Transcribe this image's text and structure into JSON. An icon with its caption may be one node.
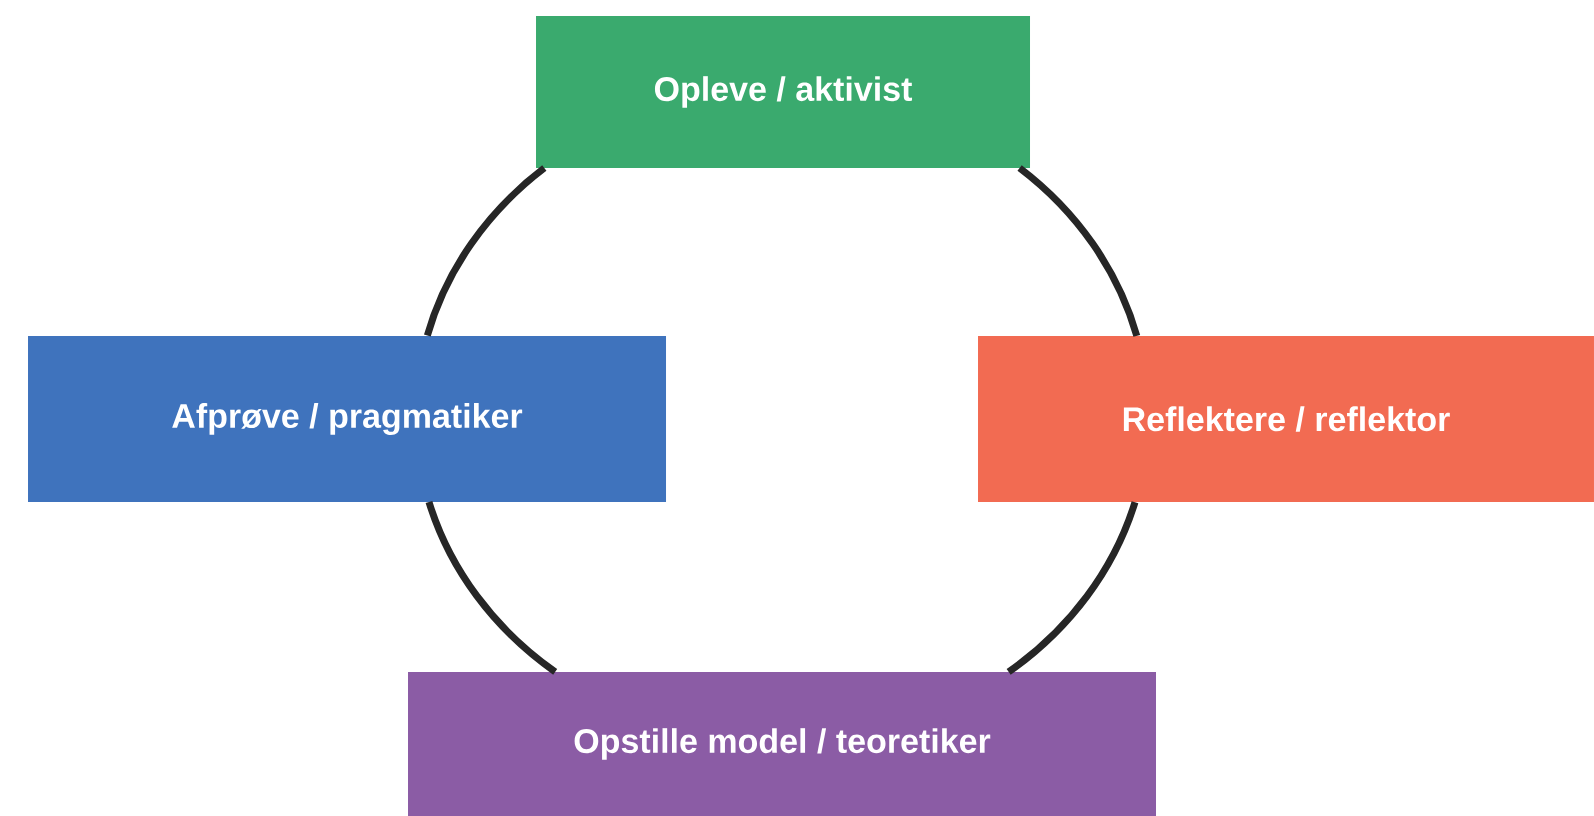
{
  "diagram": {
    "nodes": [
      {
        "text": [
          "Opleve / aktivist"
        ]
      },
      {
        "text": [
          "Afprøve / pragmatiker"
        ]
      },
      {
        "text": [
          "Reflektere / reflektor"
        ]
      },
      {
        "text": [
          "Opstille model / teoretiker"
        ]
      }
    ],
    "edges": [
      {
        "from": 0,
        "to": 2,
        "arrow": "none"
      },
      {
        "from": 2,
        "to": 3,
        "arrow": "none"
      },
      {
        "from": 3,
        "to": 1,
        "arrow": "none"
      },
      {
        "from": 1,
        "to": 0,
        "arrow": "none"
      }
    ]
  }
}
